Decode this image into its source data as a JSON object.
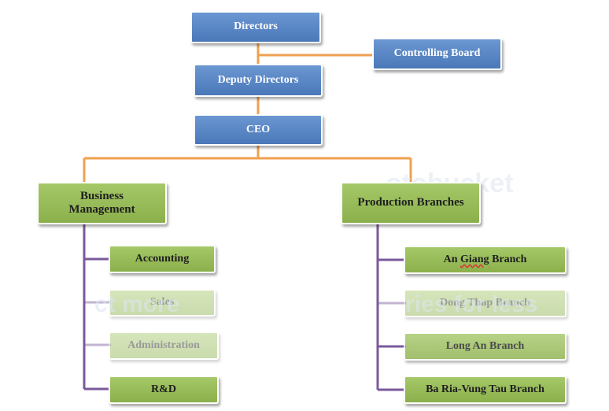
{
  "colors": {
    "blue_box": "#4f7dbd",
    "green_box": "#9bbd5c",
    "orange_line": "#f0a050",
    "purple_line": "#7a5a9a"
  },
  "nodes": {
    "directors": "Directors",
    "controlling_board": "Controlling Board",
    "deputy_directors": "Deputy Directors",
    "ceo": "CEO",
    "business_management_line1": "Business",
    "business_management_line2": "Management",
    "production_branches": "Production Branches",
    "accounting": "Accounting",
    "sales": "Sales",
    "administration": "Administration",
    "rnd": "R&D",
    "an_giang_1": "An",
    "an_giang_2": "Giang",
    "an_giang_3": "Branch",
    "dong_thap": "Dong Thap Branch",
    "long_an": "Long An Branch",
    "ba_ria": "Ba Ria-Vung Tau Branch"
  },
  "watermark": {
    "top": "otobucket",
    "middle_left": "ct more",
    "middle_right": "ries for less"
  }
}
